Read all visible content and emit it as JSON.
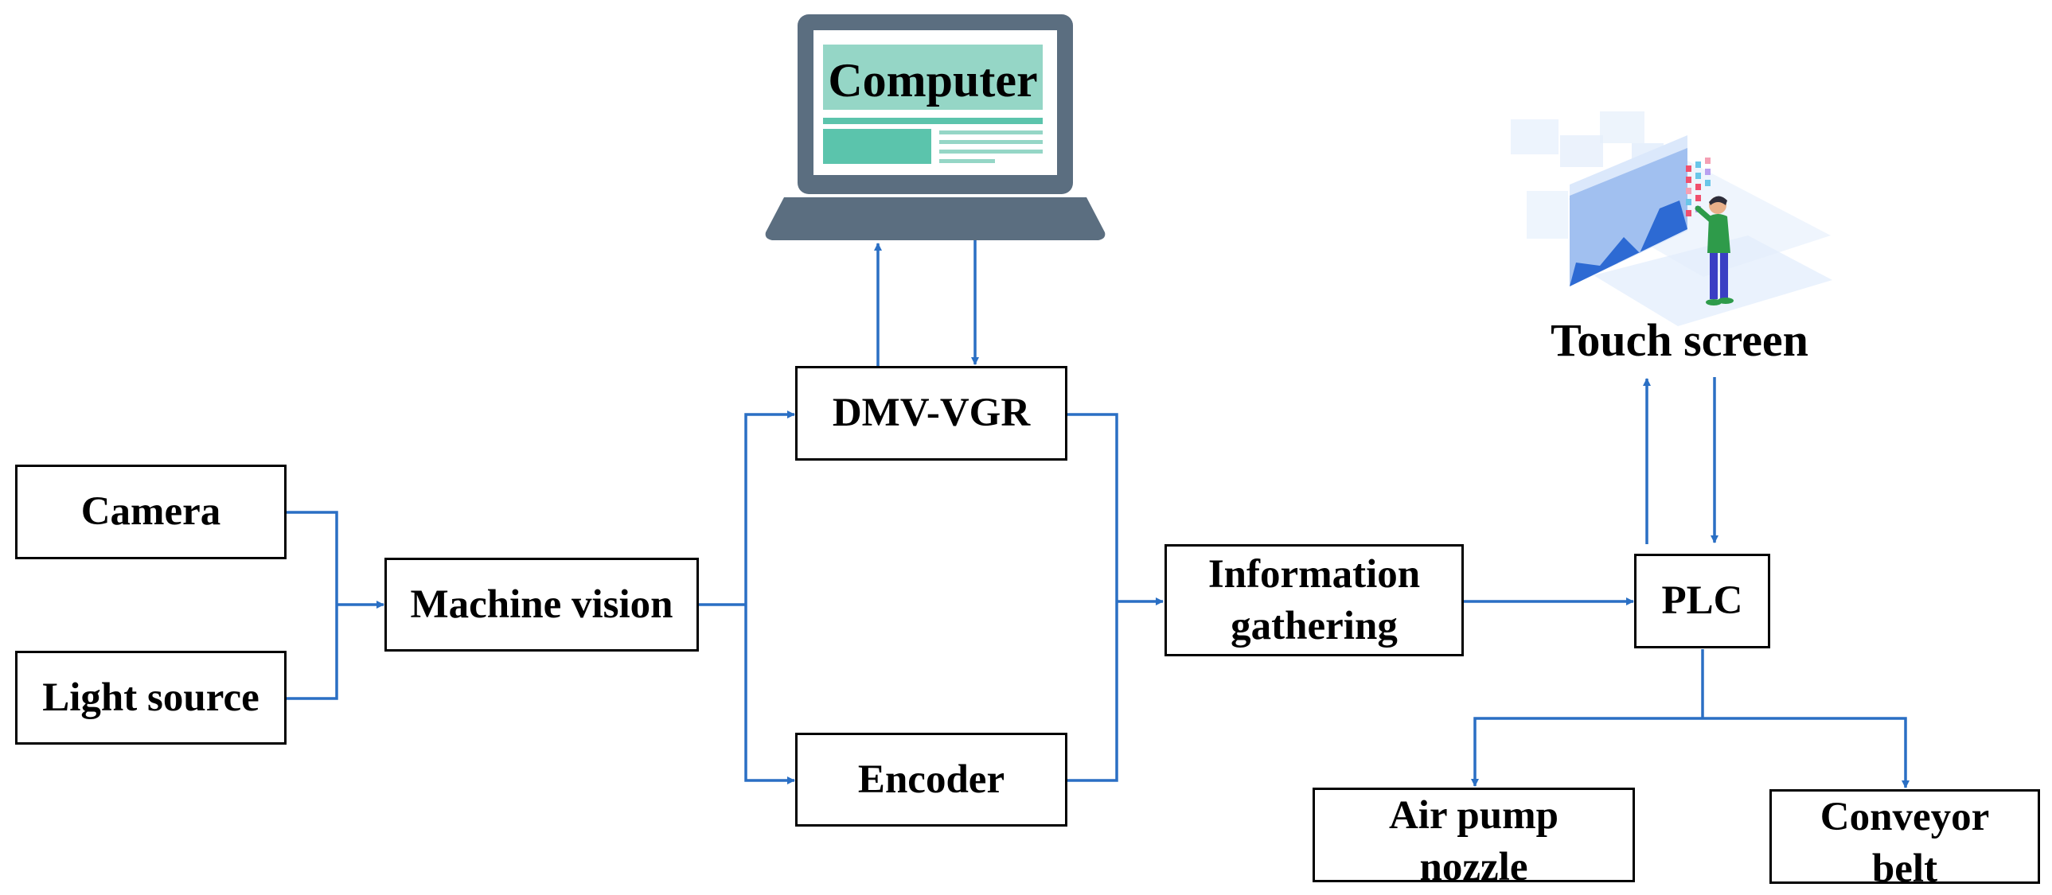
{
  "nodes": {
    "camera": "Camera",
    "light_source": "Light source",
    "machine_vision": "Machine vision",
    "dmv_vgr": "DMV-VGR",
    "encoder": "Encoder",
    "information_gathering": "Information gathering",
    "plc": "PLC",
    "air_pump_nozzle": "Air pump nozzle",
    "conveyor_belt": "Conveyor belt",
    "computer": "Computer",
    "touch_screen": "Touch screen"
  },
  "colors": {
    "connector": "#2a6fc4",
    "laptop_body": "#5b6e80",
    "laptop_screen_accent": "#5bc4ac",
    "laptop_screen_light": "#95d6c6"
  }
}
